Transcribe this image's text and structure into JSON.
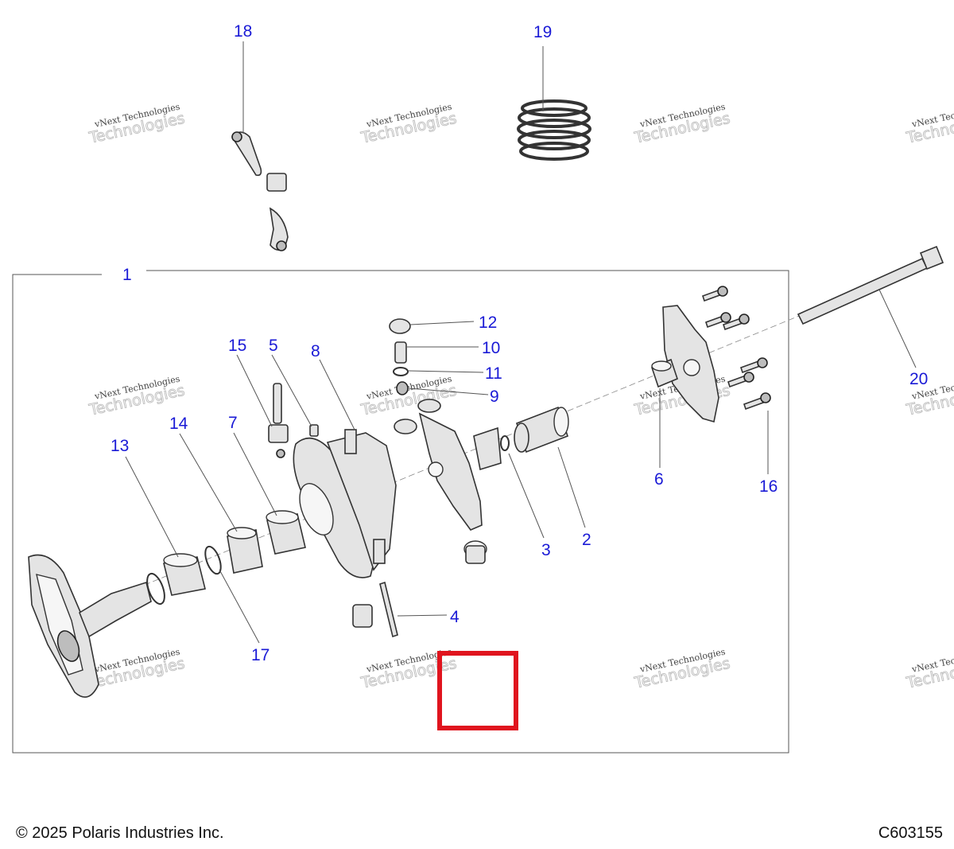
{
  "callouts": {
    "c1": "1",
    "c2": "2",
    "c3": "3",
    "c4": "4",
    "c5": "5",
    "c6": "6",
    "c7": "7",
    "c8": "8",
    "c9": "9",
    "c10": "10",
    "c11": "11",
    "c12": "12",
    "c13": "13",
    "c14": "14",
    "c15": "15",
    "c16": "16",
    "c17": "17",
    "c18": "18",
    "c19": "19",
    "c20": "20"
  },
  "watermark": {
    "line1": "vNext Technologies",
    "line2": "Technologies"
  },
  "footer": {
    "copyright": "© 2025 Polaris Industries Inc.",
    "code": "C603155"
  },
  "highlight_color": "#e0141e",
  "callout_color": "#1a1ad6"
}
